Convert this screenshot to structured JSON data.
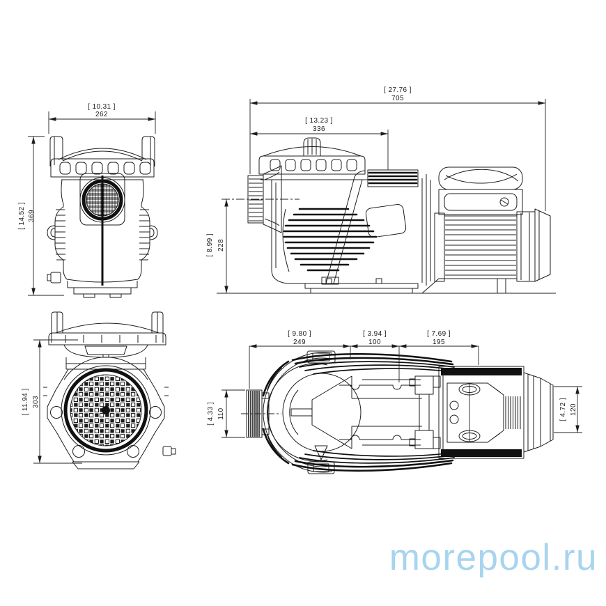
{
  "colors": {
    "line": "#1c1c1c",
    "background": "#ffffff",
    "watermark": "#a7d4ee"
  },
  "watermark": {
    "text": "morepool.ru"
  },
  "drawing": {
    "type": "technical-dimension-drawing",
    "views": {
      "front": {
        "width": {
          "in": "[ 10.31 ]",
          "mm": "262"
        },
        "height": {
          "in": "[ 14.52 ]",
          "mm": "369"
        }
      },
      "side": {
        "overall_length": {
          "in": "[ 27.76 ]",
          "mm": "705"
        },
        "strainer_length": {
          "in": "[ 13.23 ]",
          "mm": "336"
        },
        "inlet_height": {
          "in": "[ 8.99 ]",
          "mm": "228"
        }
      },
      "rear": {
        "height": {
          "in": "[ 11.94 ]",
          "mm": "303"
        }
      },
      "top": {
        "strainer_length": {
          "in": "[ 9.80 ]",
          "mm": "249"
        },
        "coupling_length": {
          "in": "[ 3.94 ]",
          "mm": "100"
        },
        "motor_length": {
          "in": "[ 7.69 ]",
          "mm": "195"
        },
        "inlet_width": {
          "in": "[ 4.33 ]",
          "mm": "110"
        },
        "motor_width": {
          "in": "[ 4.72 ]",
          "mm": "120"
        }
      }
    }
  }
}
